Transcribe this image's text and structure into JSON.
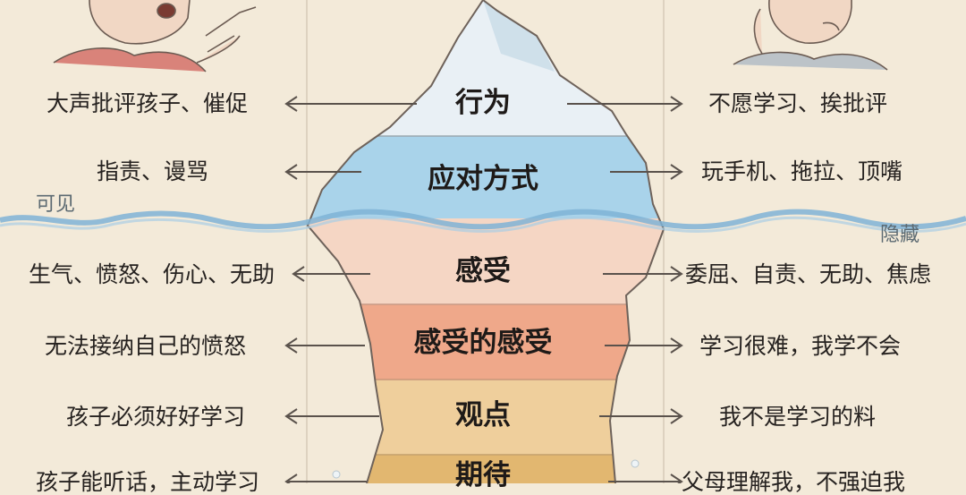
{
  "zones": {
    "visible": "可见",
    "hidden": "隐藏"
  },
  "layers": [
    {
      "id": "behavior",
      "title": "行为",
      "left": "大声批评孩子、催促",
      "right": "不愿学习、挨批评",
      "color": "#e9f0f5"
    },
    {
      "id": "coping",
      "title": "应对方式",
      "left": "指责、谩骂",
      "right": "玩手机、拖拉、顶嘴",
      "color": "#a9d3ea"
    },
    {
      "id": "feelings",
      "title": "感受",
      "left": "生气、愤怒、伤心、无助",
      "right": "委屈、自责、无助、焦虑",
      "color": "#f5d6c4"
    },
    {
      "id": "feelings-about-feelings",
      "title": "感受的感受",
      "left": "无法接纳自己的愤怒",
      "right": "学习很难，我学不会",
      "color": "#efa88a"
    },
    {
      "id": "perceptions",
      "title": "观点",
      "left": "孩子必须好好学习",
      "right": "我不是学习的料",
      "color": "#efcf9c"
    },
    {
      "id": "expectations",
      "title": "期待",
      "left": "孩子能听话，主动学习",
      "right": "父母理解我，不强迫我",
      "color": "#e2b770"
    }
  ],
  "colors": {
    "background": "#f3ead9",
    "water": "#7fb3d6",
    "outline": "#6e625a",
    "arrow": "#5a524c"
  }
}
